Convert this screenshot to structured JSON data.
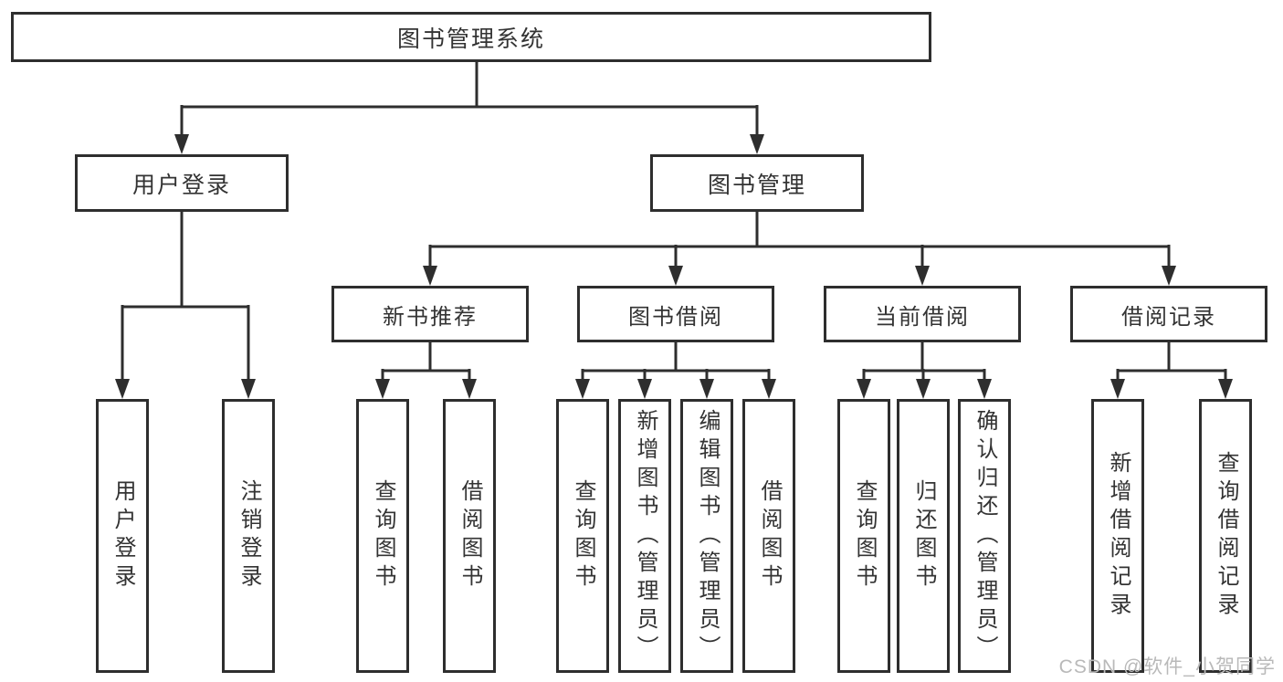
{
  "tree": {
    "root": {
      "label": "图书管理系统"
    },
    "level2": [
      {
        "label": "用户登录",
        "children": [
          {
            "label": "用户登录"
          },
          {
            "label": "注销登录"
          }
        ]
      },
      {
        "label": "图书管理",
        "children": [
          {
            "label": "新书推荐",
            "children": [
              {
                "label": "查询图书"
              },
              {
                "label": "借阅图书"
              }
            ]
          },
          {
            "label": "图书借阅",
            "children": [
              {
                "label": "查询图书"
              },
              {
                "label": "新增图书（管理员）"
              },
              {
                "label": "编辑图书（管理员）"
              },
              {
                "label": "借阅图书"
              }
            ]
          },
          {
            "label": "当前借阅",
            "children": [
              {
                "label": "查询图书"
              },
              {
                "label": "归还图书"
              },
              {
                "label": "确认归还（管理员）"
              }
            ]
          },
          {
            "label": "借阅记录",
            "children": [
              {
                "label": "新增借阅记录"
              },
              {
                "label": "查询借阅记录"
              }
            ]
          }
        ]
      }
    ]
  },
  "watermark": {
    "text": "CSDN @软件_小贺同学"
  },
  "colors": {
    "line": "#2e2e2e",
    "text": "#333333",
    "background": "#ffffff",
    "watermark": "#b9b9b9"
  }
}
